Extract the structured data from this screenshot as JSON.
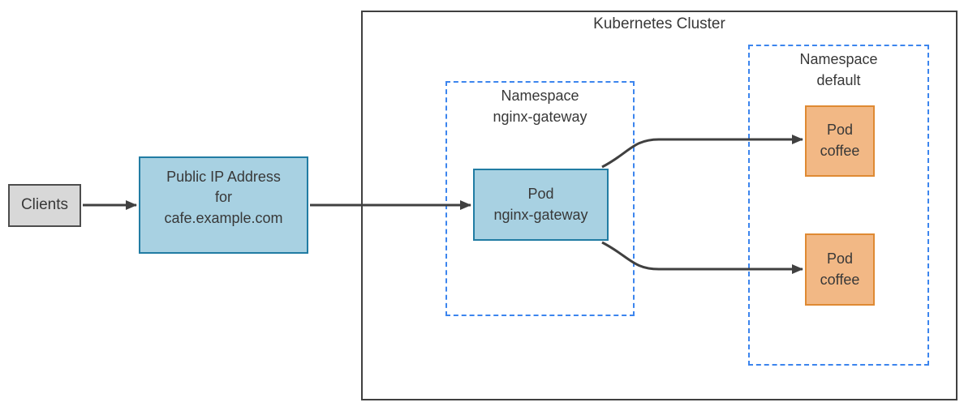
{
  "diagram": {
    "cluster_title": "Kubernetes Cluster",
    "nodes": {
      "clients": {
        "label": "Clients",
        "kind": "external-client",
        "fill": "#d8d8d8",
        "border": "#4d4d4d"
      },
      "public_ip": {
        "label": "Public IP Address\nfor\ncafe.example.com",
        "kind": "public-ip",
        "fill": "#a8d1e2",
        "border": "#217ca3"
      },
      "namespace_nginx_gateway": {
        "label": "Namespace\nnginx-gateway",
        "kind": "namespace",
        "border": "#3c85ee"
      },
      "pod_nginx_gateway": {
        "label": "Pod\nnginx-gateway",
        "kind": "pod",
        "fill": "#a8d1e2",
        "border": "#217ca3"
      },
      "namespace_default": {
        "label": "Namespace\ndefault",
        "kind": "namespace",
        "border": "#3c85ee"
      },
      "pod_coffee_top": {
        "label": "Pod\ncoffee",
        "kind": "pod",
        "fill": "#f2b885",
        "border": "#df8a33"
      },
      "pod_coffee_bottom": {
        "label": "Pod\ncoffee",
        "kind": "pod",
        "fill": "#f2b885",
        "border": "#df8a33"
      }
    },
    "edges": [
      {
        "from": "clients",
        "to": "public_ip"
      },
      {
        "from": "public_ip",
        "to": "pod_nginx_gateway"
      },
      {
        "from": "pod_nginx_gateway",
        "to": "pod_coffee_top"
      },
      {
        "from": "pod_nginx_gateway",
        "to": "pod_coffee_bottom"
      }
    ],
    "colors": {
      "background": "#ffffff",
      "cluster_border": "#404040",
      "namespace_dashed_border": "#3c85ee",
      "blue_fill": "#a8d1e2",
      "blue_border": "#217ca3",
      "orange_fill": "#f2b885",
      "orange_border": "#df8a33",
      "gray_fill": "#d8d8d8",
      "gray_border": "#4d4d4d",
      "arrow": "#404040",
      "text": "#383838"
    }
  }
}
